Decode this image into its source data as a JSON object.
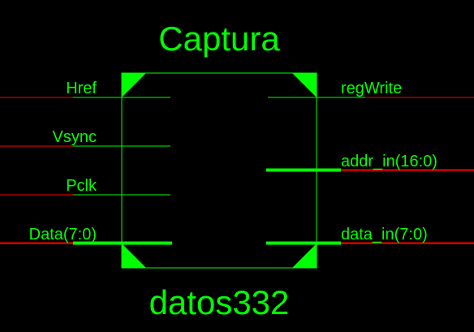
{
  "block": {
    "title": "Captura",
    "instance_name": "datos332"
  },
  "inputs": {
    "href": "Href",
    "vsync": "Vsync",
    "pclk": "Pclk",
    "data": "Data(7:0)"
  },
  "outputs": {
    "regwrite": "regWrite",
    "addr_in": "addr_in(16:0)",
    "data_in": "data_in(7:0)"
  },
  "colors": {
    "background": "#000000",
    "symbol": "#00ff00",
    "wire": "#ff0000"
  }
}
